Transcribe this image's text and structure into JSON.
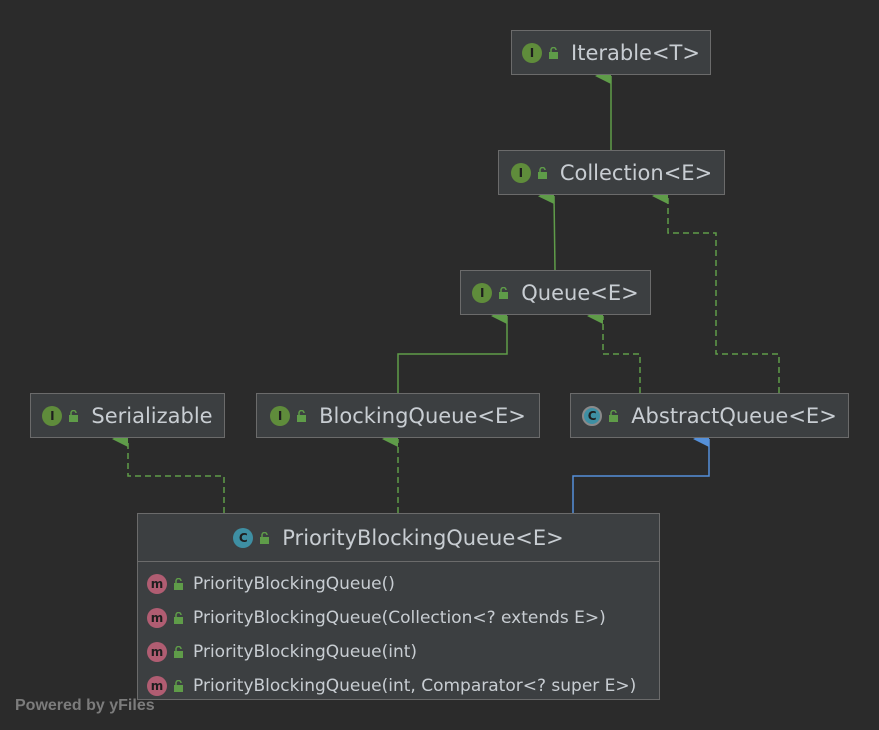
{
  "nodes": {
    "iterable": {
      "label": "Iterable<T>",
      "kind": "I"
    },
    "collection": {
      "label": "Collection<E>",
      "kind": "I"
    },
    "queue": {
      "label": "Queue<E>",
      "kind": "I"
    },
    "serializable": {
      "label": "Serializable",
      "kind": "I"
    },
    "blockingqueue": {
      "label": "BlockingQueue<E>",
      "kind": "I"
    },
    "abstractqueue": {
      "label": "AbstractQueue<E>",
      "kind": "C"
    },
    "priorityblockingqueue": {
      "label": "PriorityBlockingQueue<E>",
      "kind": "C"
    }
  },
  "methods": [
    {
      "badge": "m",
      "label": "PriorityBlockingQueue()"
    },
    {
      "badge": "m",
      "label": "PriorityBlockingQueue(Collection<? extends E>)"
    },
    {
      "badge": "m",
      "label": "PriorityBlockingQueue(int)"
    },
    {
      "badge": "m",
      "label": "PriorityBlockingQueue(int, Comparator<? super E>)"
    }
  ],
  "footer": "Powered by yFiles",
  "colors": {
    "background": "#2b2b2b",
    "node_fill": "#3c3f41",
    "interface_badge": "#5f8c3b",
    "class_badge": "#3e8fa3",
    "method_badge": "#b05d72",
    "extends_edge": "#5f9c49",
    "implements_edge": "#5f9c49",
    "class_extends_edge": "#5590d9"
  }
}
